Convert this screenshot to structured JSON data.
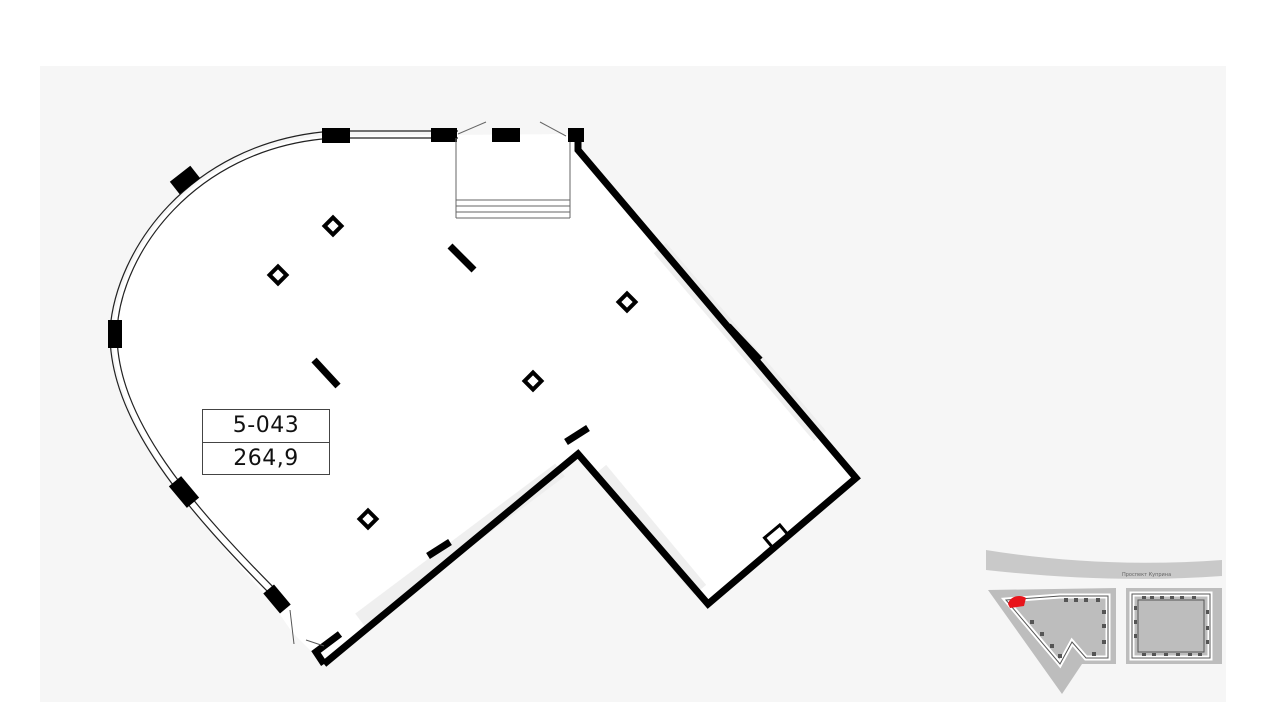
{
  "unit": {
    "number": "5-043",
    "area": "264,9"
  },
  "site_plan": {
    "street_name": "Проспект Куприна",
    "highlight_color": "#e8141b"
  },
  "colors": {
    "background": "#f6f6f6",
    "wall": "#000000",
    "site_gray": "#b9b9b9"
  }
}
